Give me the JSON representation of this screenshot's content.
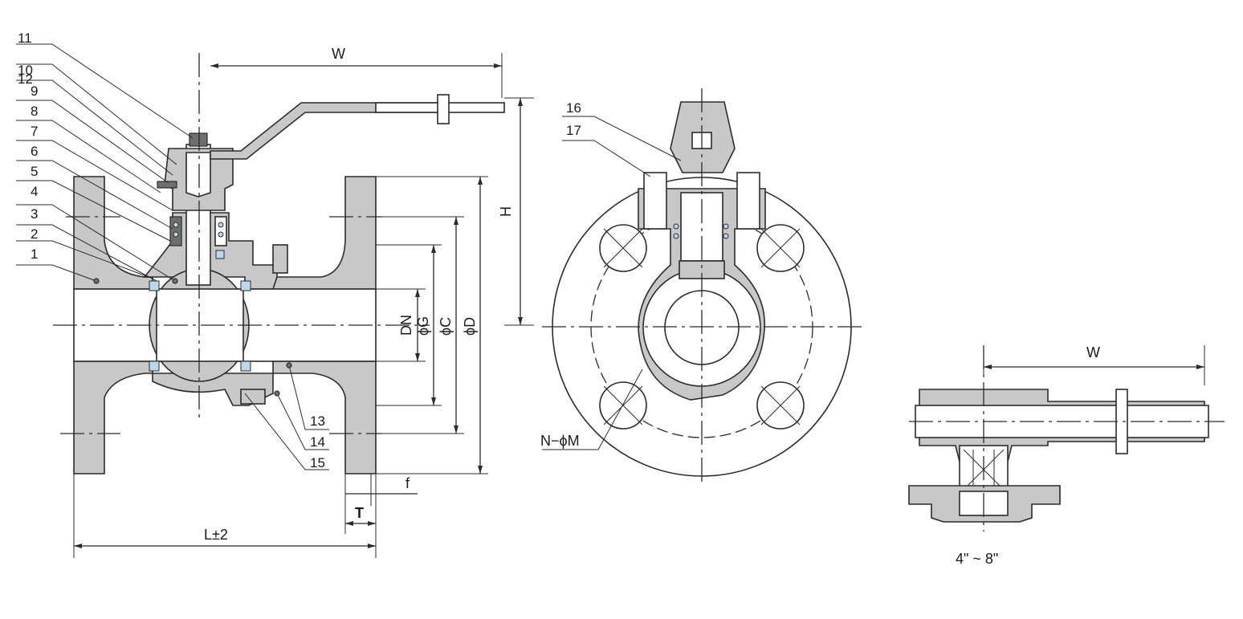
{
  "part_numbers": [
    "11",
    "10",
    "12",
    "9",
    "8",
    "7",
    "6",
    "5",
    "4",
    "3",
    "2",
    "1",
    "13",
    "14",
    "15",
    "16",
    "17"
  ],
  "dimensions": {
    "W_front": "W",
    "H": "H",
    "DN": "DN",
    "G": "ϕG",
    "C": "ϕC",
    "D": "ϕD",
    "f": "f",
    "T": "T",
    "L": "L±2",
    "N_M": "N−ϕM",
    "W_top": "W"
  },
  "size_range": "4\" ~ 8\""
}
